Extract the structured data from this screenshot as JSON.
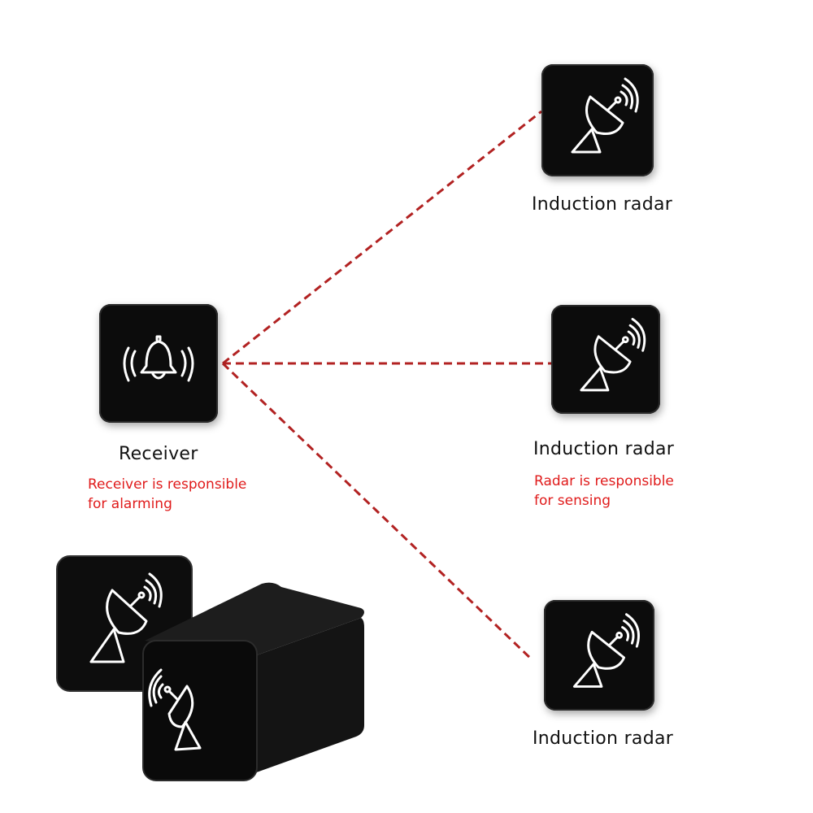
{
  "colors": {
    "link": "#b22222",
    "note": "#e01b1b",
    "device": "#0c0c0c",
    "icon_stroke": "#ffffff"
  },
  "receiver": {
    "label": "Receiver",
    "note_line1": "Receiver is responsible",
    "note_line2": "for alarming",
    "icon": "bell-ringing-icon"
  },
  "radars": [
    {
      "label": "Induction radar",
      "icon": "satellite-dish-icon"
    },
    {
      "label": "Induction radar",
      "icon": "satellite-dish-icon",
      "note_line1": "Radar is responsible",
      "note_line2": "for sensing"
    },
    {
      "label": "Induction radar",
      "icon": "satellite-dish-icon"
    }
  ],
  "product_photo": {
    "icon": "satellite-dish-icon"
  }
}
